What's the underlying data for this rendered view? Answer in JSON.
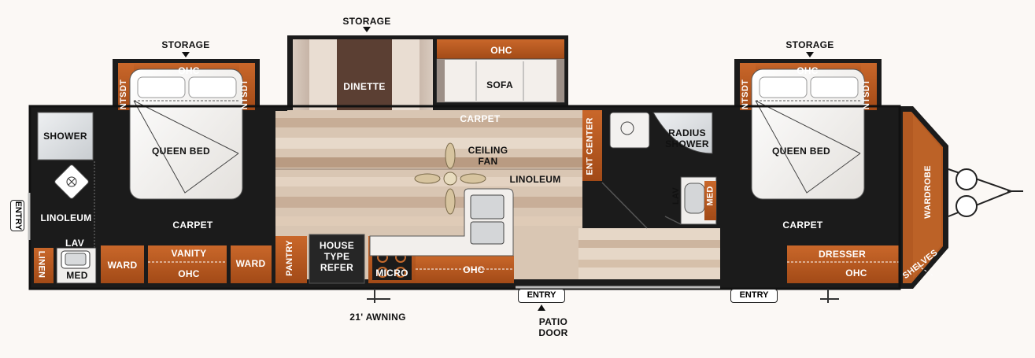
{
  "storage_left": "STORAGE",
  "storage_center": "STORAGE",
  "storage_right": "STORAGE",
  "bedroom_left": {
    "ohc": "OHC",
    "nstd_left": "NTSDT",
    "nstd_right": "NTSDT",
    "bed": "QUEEN BED",
    "floor": "CARPET"
  },
  "bedroom_right": {
    "ohc": "OHC",
    "nstd_left": "NTSDT",
    "nstd_right": "NTSDT",
    "bed": "QUEEN BED",
    "floor": "CARPET"
  },
  "bath_left": {
    "shower": "SHOWER",
    "floor": "LINOLEUM",
    "lav": "LAV",
    "med": "MED",
    "linen": "LINEN",
    "entry": "ENTRY"
  },
  "left_wall": {
    "ward_a": "WARD",
    "vanity": "VANITY",
    "vanity_ohc": "OHC",
    "ward_b": "WARD"
  },
  "slide": {
    "dinette": "DINETTE",
    "ohc": "OHC",
    "sofa": "SOFA",
    "floor": "CARPET"
  },
  "living": {
    "fan": "CEILING\nFAN",
    "floor": "LINOLEUM",
    "pantry": "PANTRY",
    "fridge": "HOUSE\nTYPE\nREFER",
    "micro": "MICRO",
    "kitchen_ohc": "OHC",
    "ent_center": "ENT CENTER"
  },
  "bath_right": {
    "shower": "RADIUS\nSHOWER",
    "lav": "LAV",
    "med": "MED"
  },
  "front": {
    "wardrobe": "WARDROBE",
    "shelves": "SHELVES",
    "dresser": "DRESSER",
    "dresser_ohc": "OHC"
  },
  "exterior": {
    "awning": "21' AWNING",
    "entry_patio": "ENTRY",
    "patio_door": "PATIO\nDOOR",
    "entry_right": "ENTRY"
  }
}
